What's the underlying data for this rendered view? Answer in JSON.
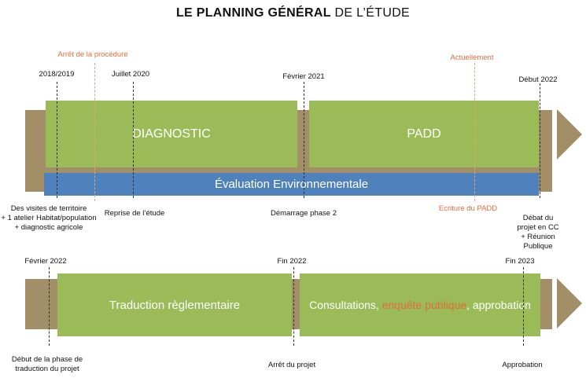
{
  "title": {
    "bold": "LE PLANNING GÉNÉRAL",
    "rest": "DE L’ÉTUDE"
  },
  "row1": {
    "blocks": {
      "diagnostic": "DIAGNOSTIC",
      "padd": "PADD",
      "evaluation": "Évaluation Environnementale"
    },
    "top_labels": {
      "arret": "Arrêt de la procédure",
      "y2018": "2018/2019",
      "juillet2020": "Juillet 2020",
      "fevrier2021": "Février 2021",
      "actuellement": "Actuellement",
      "debut2022": "Début 2022"
    },
    "bottom_labels": {
      "visites_1": "Des visites de territoire",
      "visites_2": "+ 1 atelier Habitat/population",
      "visites_3": "+ diagnostic agricole",
      "reprise": "Reprise de l’étude",
      "demarrage": "Démarrage phase 2",
      "ecriture": "Ecriture du PADD",
      "debat_1": "Débat du projet en CC",
      "debat_2": "+ Réunion Publique"
    }
  },
  "row2": {
    "blocks": {
      "traduction": "Traduction règlementaire",
      "consult_a": "Consultations, ",
      "consult_b": "enquête publique",
      "consult_c": ", approbation"
    },
    "top_labels": {
      "fevrier2022": "Février 2022",
      "fin2022": "Fin 2022",
      "fin2023": "Fin 2023"
    },
    "bottom_labels": {
      "debut_1": "Début de la phase de",
      "debut_2": "traduction du projet",
      "arret": "Arrêt du projet",
      "approbation": "Approbation"
    }
  },
  "colors": {
    "band": "#a28f68",
    "green": "#9bbb59",
    "blue": "#4f81bd",
    "orange": "#e36c3a"
  }
}
